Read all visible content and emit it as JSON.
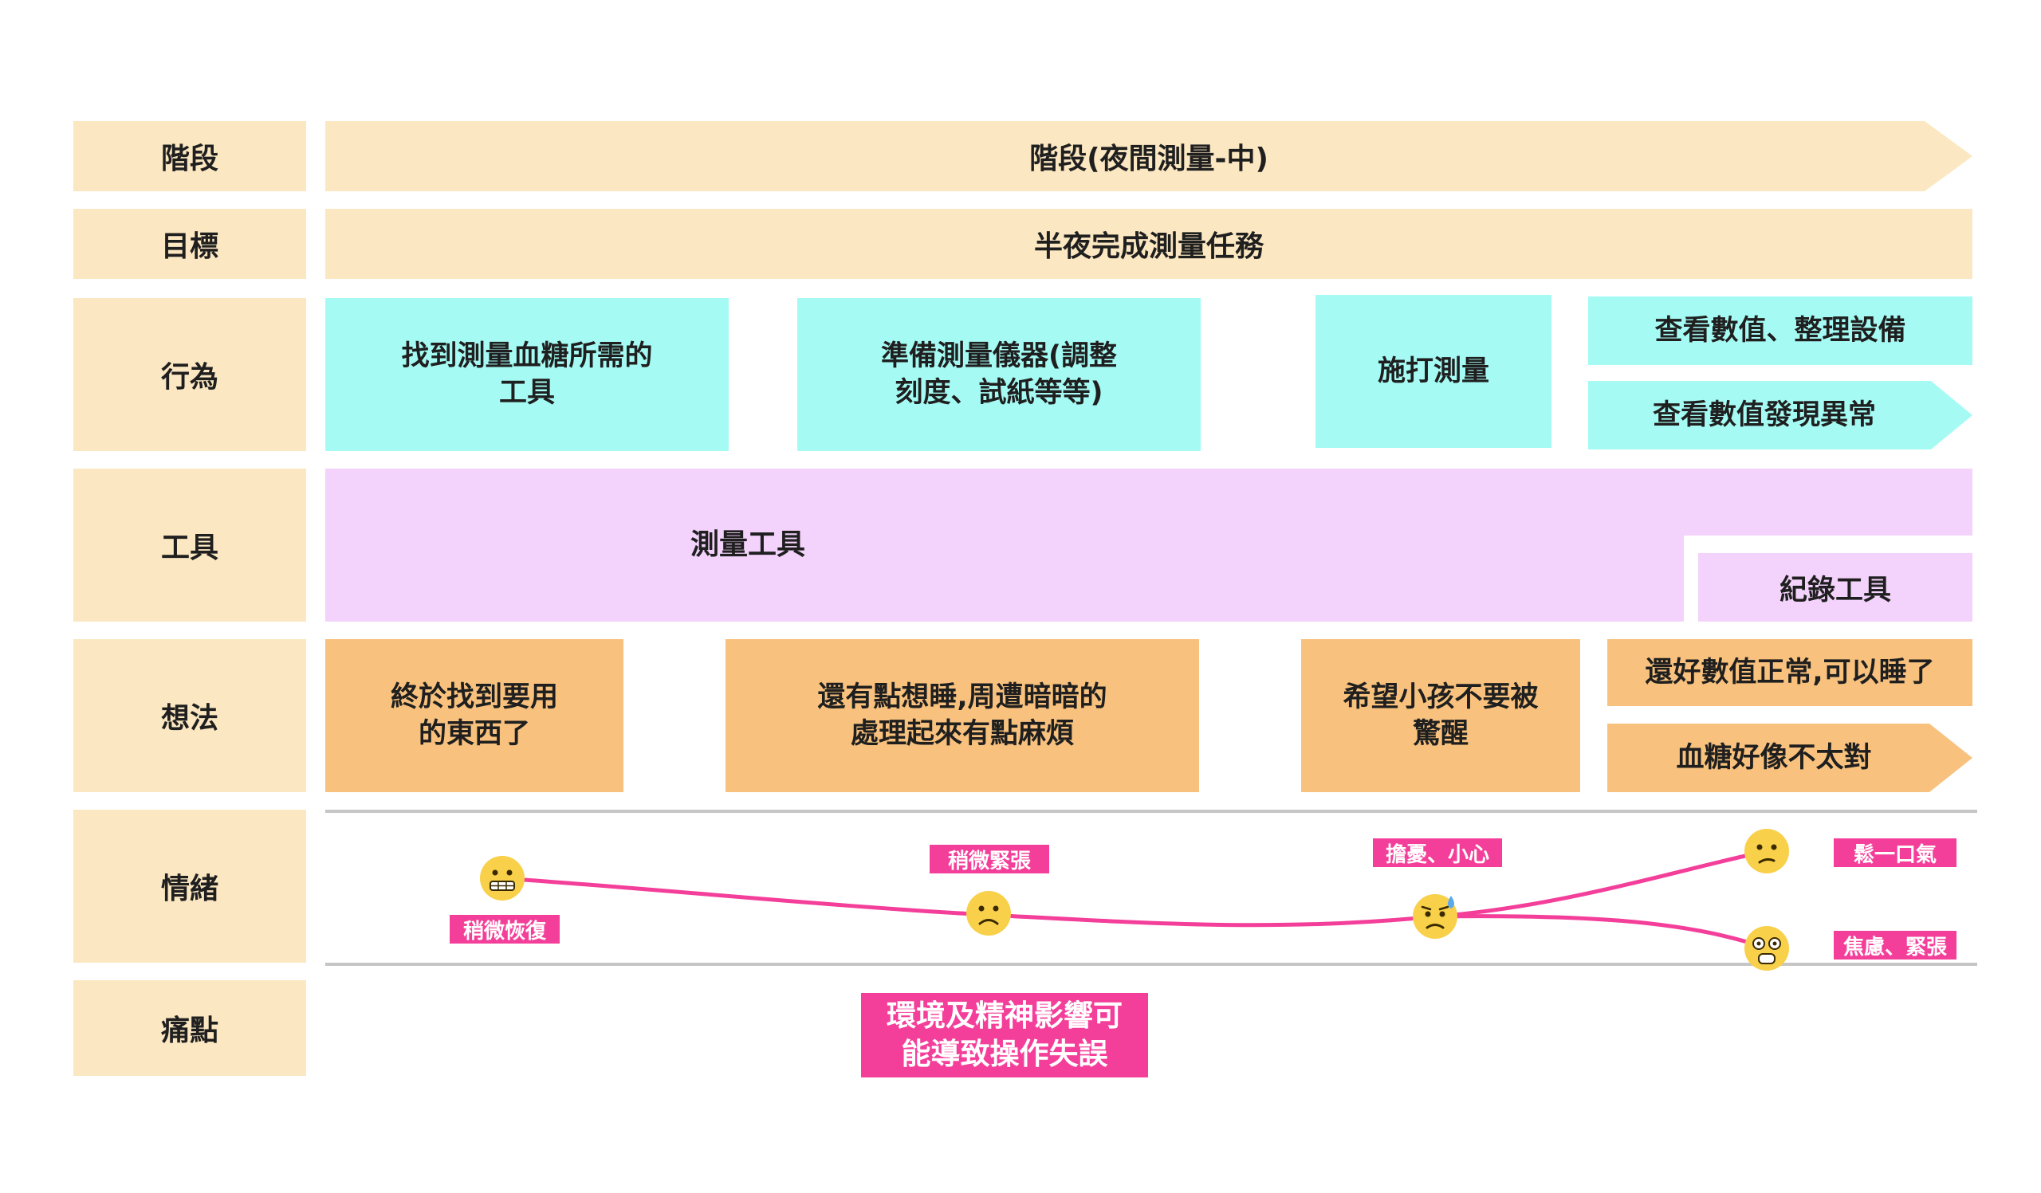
{
  "row_labels": {
    "stage": "階段",
    "goal": "目標",
    "behavior": "行為",
    "tools": "工具",
    "thoughts": "想法",
    "emotion": "情緒",
    "pain_point": "痛點"
  },
  "stage": {
    "text": "階段(夜間測量-中)"
  },
  "goal": {
    "text": "半夜完成測量任務"
  },
  "behaviors": [
    {
      "text": "找到測量血糖所需的\n工具"
    },
    {
      "text": "準備測量儀器(調整\n刻度、試紙等等)"
    },
    {
      "text": "施打測量"
    },
    {
      "text": "查看數值、整理設備"
    },
    {
      "text": "查看數值發現異常"
    }
  ],
  "tools": {
    "main": "測量工具",
    "record": "紀錄工具"
  },
  "thoughts": [
    {
      "text": "終於找到要用\n的東西了"
    },
    {
      "text": "還有點想睡,周遭暗暗的\n處理起來有點麻煩"
    },
    {
      "text": "希望小孩不要被\n驚醒"
    },
    {
      "text": "還好數值正常,可以睡了"
    },
    {
      "text": "血糖好像不太對"
    }
  ],
  "emotions": [
    {
      "label": "稍微恢復",
      "face": "grimacing-face-icon"
    },
    {
      "label": "稍微緊張",
      "face": "frowning-face-icon"
    },
    {
      "label": "擔憂、小心",
      "face": "sweat-face-icon"
    },
    {
      "label": "鬆一口氣",
      "face": "worried-face-icon"
    },
    {
      "label": "焦慮、緊張",
      "face": "shocked-face-icon"
    }
  ],
  "pain_point": {
    "text": "環境及精神影響可\n能導致操作失誤"
  },
  "colors": {
    "row_label_bg": "#fbe7c1",
    "stage_bg": "#fbe7c1",
    "behavior_bg": "#a5fbf4",
    "tools_bg": "#f3d2fb",
    "thought_bg": "#f8c27e",
    "emotion_line": "#f43f9a",
    "tag_bg": "#f43f9a",
    "divider": "#c6c6c6"
  }
}
